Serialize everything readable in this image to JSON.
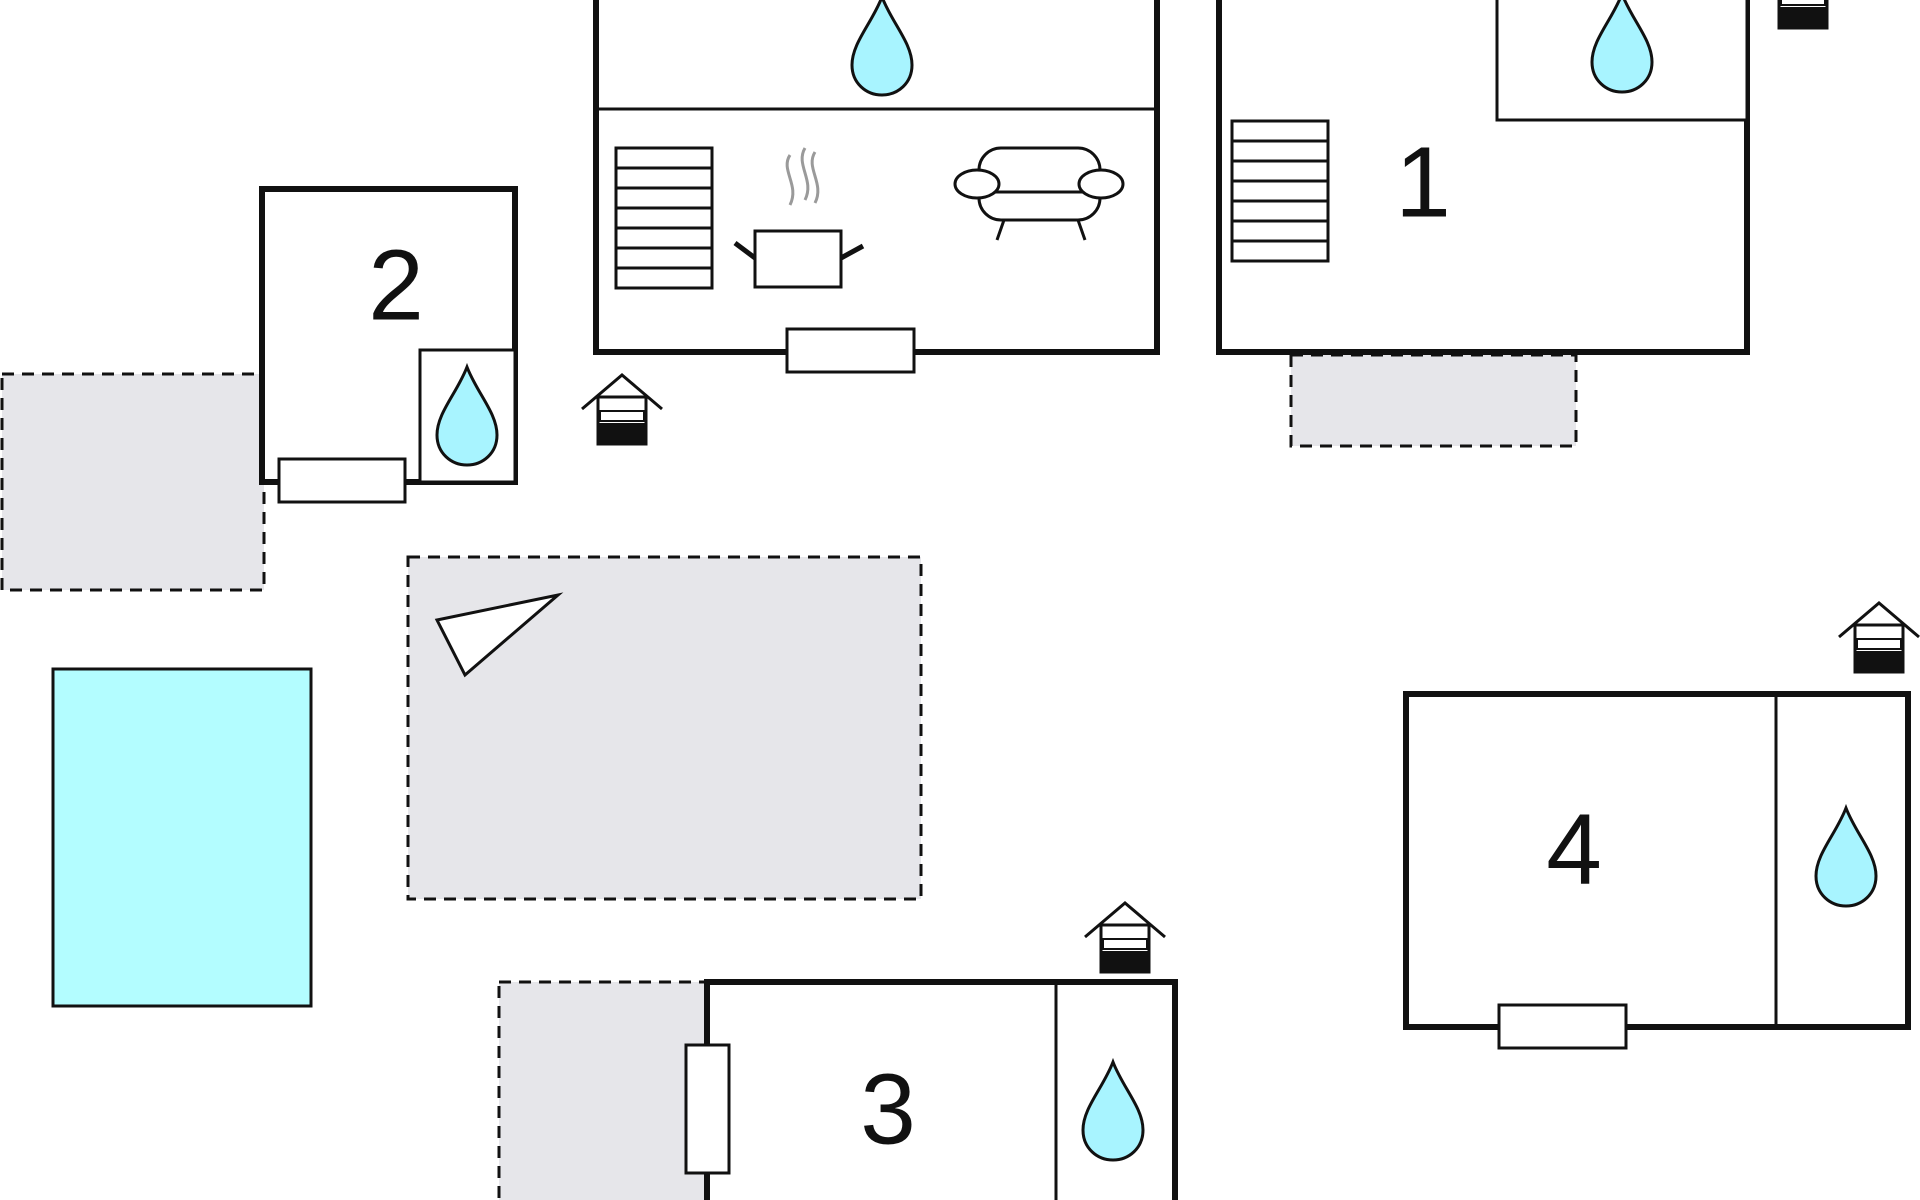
{
  "colors": {
    "wall": "#111111",
    "terrace_fill": "#e6e6ea",
    "pool_fill": "#b3fdff",
    "water_drop_fill": "#a8f4ff",
    "steam": "#9a9a9a",
    "background": "#ffffff"
  },
  "rooms": [
    {
      "id": "room-1",
      "label": "1"
    },
    {
      "id": "room-2",
      "label": "2"
    },
    {
      "id": "room-3",
      "label": "3"
    },
    {
      "id": "room-4",
      "label": "4"
    }
  ],
  "icons": [
    "water-drop-icon",
    "stairs-icon",
    "cooking-pot-icon",
    "sofa-icon",
    "entrance-house-icon",
    "window-icon",
    "parasol-icon"
  ]
}
